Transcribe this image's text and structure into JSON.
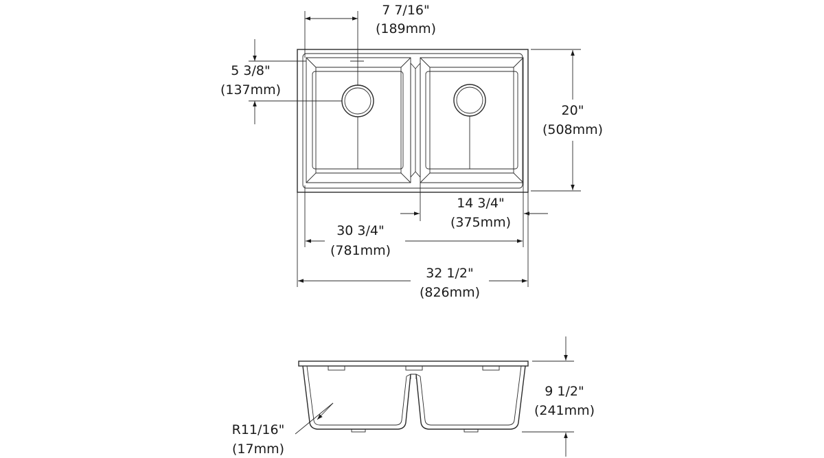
{
  "dimensions": {
    "offset_width": {
      "imperial": "7 7/16\"",
      "metric": "(189mm)"
    },
    "offset_height": {
      "imperial": "5 3/8\"",
      "metric": "(137mm)"
    },
    "total_depth": {
      "imperial": "20\"",
      "metric": "(508mm)"
    },
    "bowl_width": {
      "imperial": "14 3/4\"",
      "metric": "(375mm)"
    },
    "inner_width": {
      "imperial": "30 3/4\"",
      "metric": "(781mm)"
    },
    "total_width": {
      "imperial": "32 1/2\"",
      "metric": "(826mm)"
    },
    "bowl_height": {
      "imperial": "9 1/2\"",
      "metric": "(241mm)"
    },
    "corner_radius": {
      "imperial": "R11/16\"",
      "metric": "(17mm)"
    }
  },
  "colors": {
    "line": "#2a2a2a",
    "text": "#1a1a1a",
    "background": "#ffffff"
  }
}
